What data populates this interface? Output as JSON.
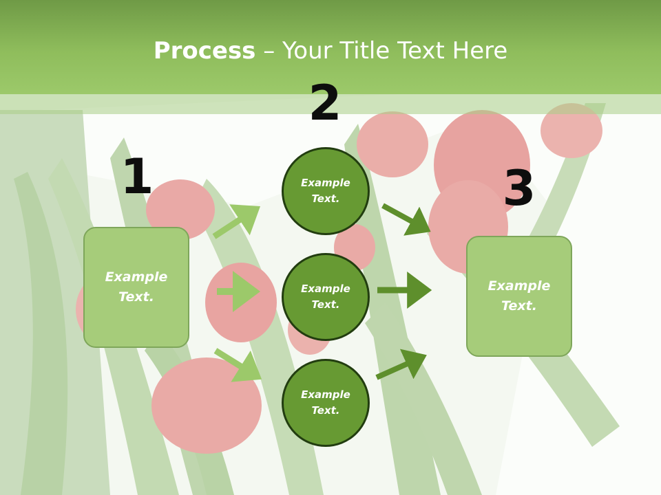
{
  "slide": {
    "title_bold": "Process",
    "title_rest": " – Your Title Text Here"
  },
  "steps": {
    "step1_number": "1",
    "step2_number": "2",
    "step3_number": "3"
  },
  "nodes": {
    "left_box": "Example\nText.",
    "circle_top": "Example\nText.",
    "circle_middle": "Example\nText.",
    "circle_bottom": "Example\nText.",
    "right_box": "Example\nText."
  },
  "colors": {
    "header": "#8fbd5c",
    "box_fill": "#a6cc7a",
    "circle_fill": "#679a33",
    "arrow_light": "#9cc96a",
    "arrow_dark": "#5e8f2c"
  }
}
